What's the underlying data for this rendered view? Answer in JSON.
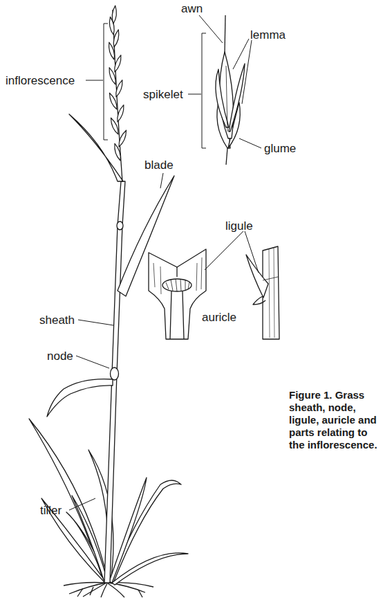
{
  "diagram": {
    "caption": "Figure 1. Grass sheath, node, ligule, auricle and parts relating to the inflorescence.",
    "labels": [
      "awn",
      "lemma",
      "inflorescence",
      "spikelet",
      "glume",
      "blade",
      "ligule",
      "sheath",
      "auricle",
      "node",
      "tiller"
    ]
  }
}
